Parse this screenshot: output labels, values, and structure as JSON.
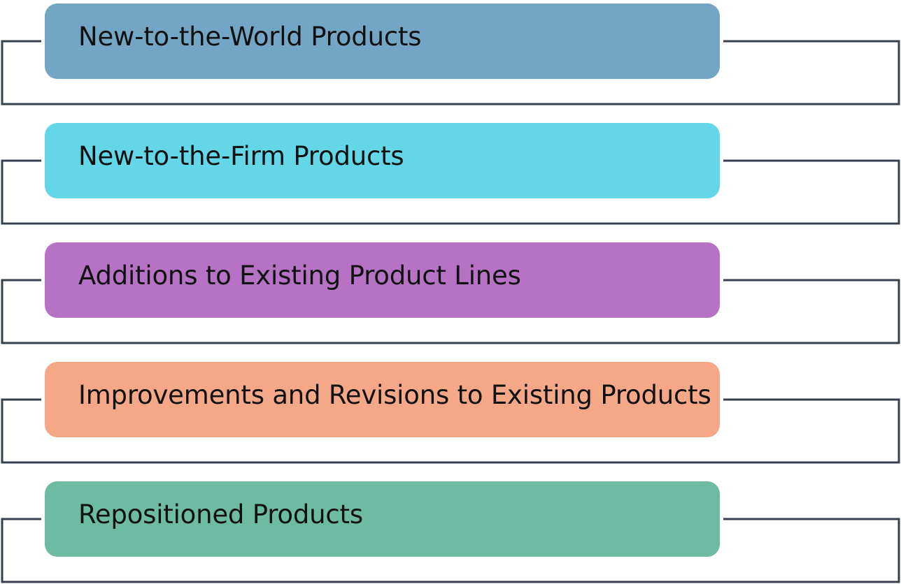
{
  "diagram": {
    "items": [
      {
        "label": "New-to-the-World Products",
        "color": "#72A6C4"
      },
      {
        "label": "New-to-the-Firm Products",
        "color": "#63D6E7"
      },
      {
        "label": "Additions to Existing Product Lines",
        "color": "#B673C5"
      },
      {
        "label": "Improvements and Revisions to Existing Products",
        "color": "#F5A888"
      },
      {
        "label": "Repositioned Products",
        "color": "#6DBBA2"
      }
    ],
    "connector_color": "#36404F"
  }
}
